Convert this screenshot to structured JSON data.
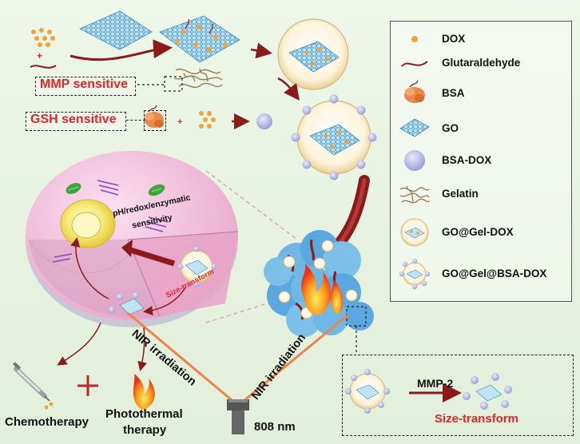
{
  "labels": {
    "mmp_sensitive": "MMP sensitive",
    "gsh_sensitive": "GSH sensitive",
    "plus": "+",
    "ph_redox": "pH/redox/enzymatic",
    "sensitivity": "sensitivity",
    "size_transform_cell": "Size-transform",
    "nir_left": "NIR irradiation",
    "nir_right": "NIR irradiation",
    "wavelength": "808 nm",
    "chemotherapy": "Chemotherapy",
    "photothermal_1": "Photothermal",
    "photothermal_2": "therapy",
    "mmp2": "MMP-2",
    "size_transform_inset": "Size-transform"
  },
  "legend": [
    {
      "icon": "dox-dot-icon",
      "label": "DOX"
    },
    {
      "icon": "glutaraldehyde-line-icon",
      "label": "Glutaraldehyde"
    },
    {
      "icon": "bsa-protein-icon",
      "label": "BSA"
    },
    {
      "icon": "graphene-oxide-sheet-icon",
      "label": "GO"
    },
    {
      "icon": "bsa-dox-sphere-icon",
      "label": "BSA-DOX"
    },
    {
      "icon": "gelatin-fiber-icon",
      "label": "Gelatin"
    },
    {
      "icon": "go-gel-dox-nanoparticle-icon",
      "label": "GO@Gel-DOX"
    },
    {
      "icon": "go-gel-bsa-dox-nanoparticle-icon",
      "label": "GO@Gel@BSA-DOX"
    }
  ],
  "colors": {
    "background": "#e6f2df",
    "accent_red": "#e3262a",
    "cell_pink": "#f2b8d6",
    "dox_orange": "#f2a23a",
    "go_blue": "#7ec8e8",
    "bsa_dox_lavender": "#b9bde8",
    "vessel": "#8b1a1a"
  }
}
